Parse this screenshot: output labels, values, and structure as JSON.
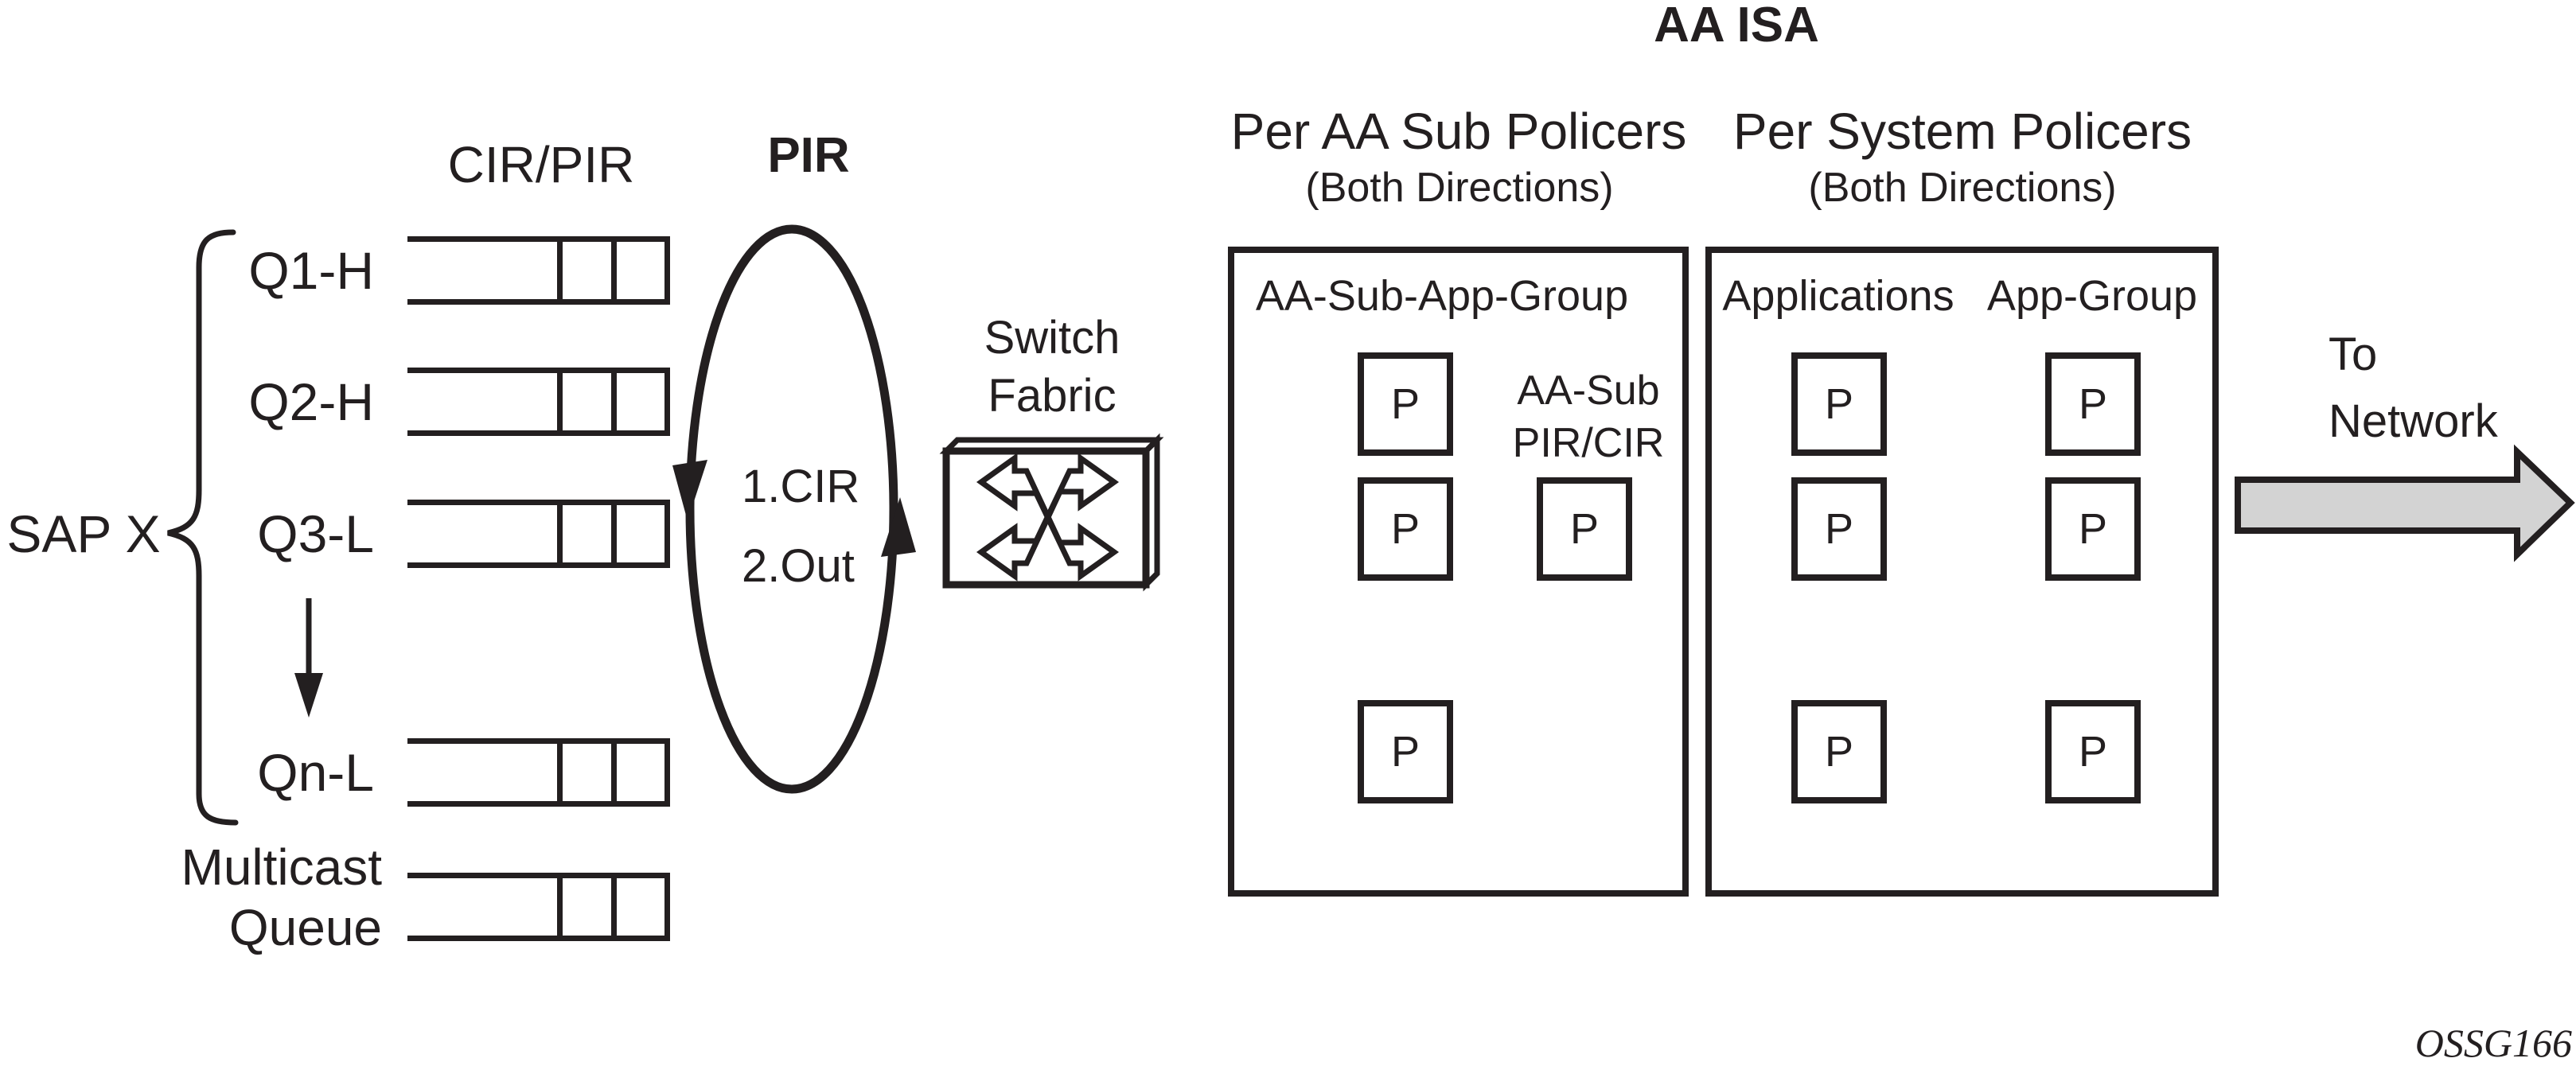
{
  "figure": {
    "title": "AA ISA",
    "figure_id": "OSSG166"
  },
  "sap": {
    "label": "SAP X",
    "cir_pir": "CIR/PIR",
    "queues": [
      {
        "label": "Q1-H"
      },
      {
        "label": "Q2-H"
      },
      {
        "label": "Q3-L"
      },
      {
        "label": "Qn-L"
      }
    ],
    "multicast": {
      "line1": "Multicast",
      "line2": "Queue"
    }
  },
  "scheduler": {
    "label": "PIR",
    "steps": [
      "1.CIR",
      "2.Out"
    ]
  },
  "switch_fabric": {
    "line1": "Switch",
    "line2": "Fabric"
  },
  "sub_policers": {
    "heading": "Per AA Sub Policers",
    "subheading": "(Both Directions)",
    "group_label": "AA-Sub-App-Group",
    "aa_sub_line1": "AA-Sub",
    "aa_sub_line2": "PIR/CIR",
    "p_label": "P"
  },
  "system_policers": {
    "heading": "Per System Policers",
    "subheading": "(Both Directions)",
    "col1": "Applications",
    "col2": "App-Group",
    "p_label": "P"
  },
  "output": {
    "line1": "To",
    "line2": "Network"
  },
  "colors": {
    "ink": "#231f20",
    "arrow_fill": "#d3d3d3",
    "background": "#ffffff"
  }
}
